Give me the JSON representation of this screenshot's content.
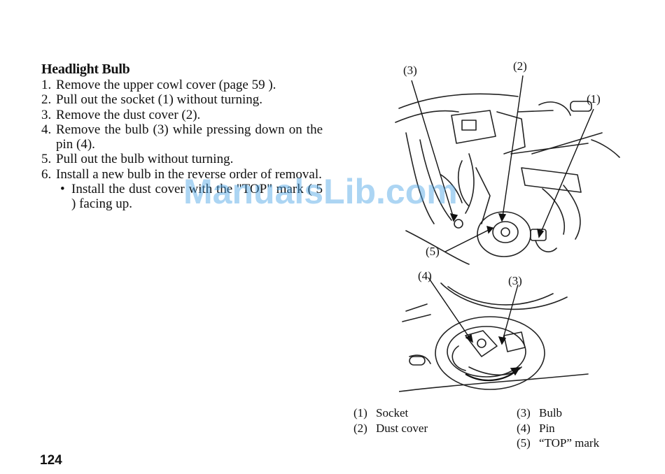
{
  "section_title": "Headlight Bulb",
  "steps": [
    {
      "num": "1.",
      "text": "Remove the upper cowl cover (page 59 )."
    },
    {
      "num": "2.",
      "text": "Pull out the socket (1) without turning."
    },
    {
      "num": "3.",
      "text": "Remove the dust cover (2)."
    },
    {
      "num": "4.",
      "text": "Remove the bulb (3) while pressing down on the pin (4)."
    },
    {
      "num": "5.",
      "text": "Pull out the bulb without turning."
    },
    {
      "num": "6.",
      "text": "Install a new bulb in the reverse order of removal."
    }
  ],
  "bullet": {
    "symbol": "•",
    "text": "Install the dust cover with the \"TOP\" mark ( 5 ) facing up."
  },
  "watermark": "ManualsLib.com",
  "page_number": "124",
  "callouts_top": {
    "c3": "(3)",
    "c2": "(2)",
    "c1": "(1)",
    "c5": "(5)"
  },
  "callouts_bottom": {
    "c4": "(4)",
    "c3": "(3)"
  },
  "legend_left": [
    {
      "num": "(1)",
      "label": "Socket"
    },
    {
      "num": "(2)",
      "label": "Dust cover"
    }
  ],
  "legend_right": [
    {
      "num": "(3)",
      "label": "Bulb"
    },
    {
      "num": "(4)",
      "label": "Pin"
    },
    {
      "num": "(5)",
      "label": "“TOP” mark"
    }
  ]
}
